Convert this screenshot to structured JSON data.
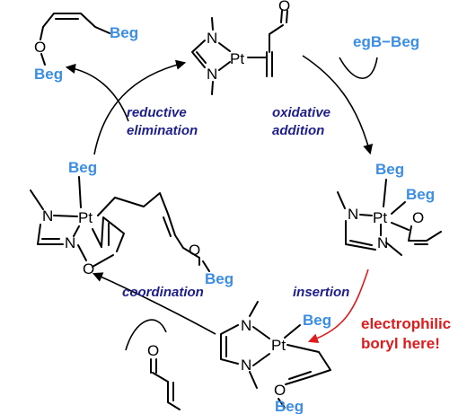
{
  "steps": {
    "oxidative_addition": [
      "oxidative",
      "addition"
    ],
    "insertion": "insertion",
    "coordination": "coordination",
    "reductive_elimination": [
      "reductive",
      "elimination"
    ]
  },
  "labels": {
    "metal": "Pt",
    "nitrogen": "N",
    "oxygen": "O",
    "boryl": "Beg",
    "reagent": "egB−Beg"
  },
  "annotation": [
    "electrophilic",
    "boryl here!"
  ],
  "colors": {
    "boryl": "#3a8ee6",
    "step_text": "#1e1e8c",
    "annotation": "#e01b1b",
    "insertion_arrow": "#e01b1b"
  }
}
